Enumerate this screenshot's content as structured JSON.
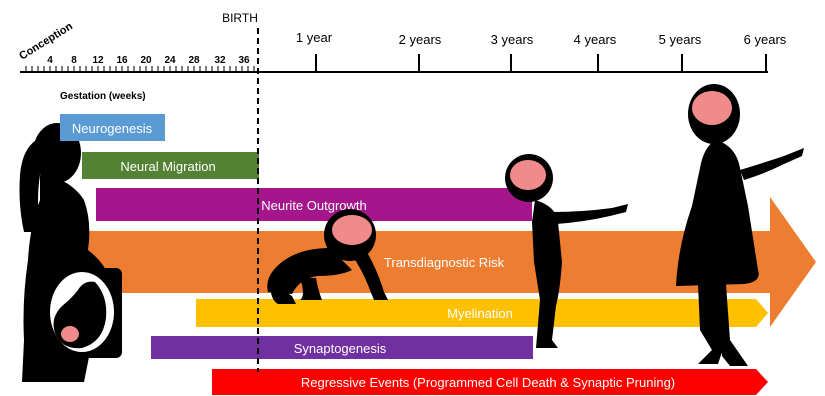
{
  "timeline": {
    "conception_label": "Conception",
    "birth_label": "BIRTH",
    "gestation_label": "Gestation (weeks)",
    "gestation_ticks": [
      "4",
      "8",
      "12",
      "16",
      "20",
      "24",
      "28",
      "32",
      "36"
    ],
    "year_ticks": [
      "1 year",
      "2 years",
      "3 years",
      "4 years",
      "5 years",
      "6 years"
    ]
  },
  "processes": {
    "neurogenesis": "Neurogenesis",
    "neural_migration": "Neural Migration",
    "neurite_outgrowth": "Neurite Outgrowth",
    "transdiagnostic_risk": "Transdiagnostic Risk",
    "myelination": "Myelination",
    "synaptogenesis": "Synaptogenesis",
    "regressive_events": "Regressive Events (Programmed Cell Death & Synaptic Pruning)"
  },
  "colors": {
    "neurogenesis": "#5b9bd5",
    "neural_migration": "#548235",
    "neurite_outgrowth": "#a5168c",
    "transdiagnostic_risk": "#ed7d31",
    "myelination": "#ffc000",
    "synaptogenesis": "#7030a0",
    "regressive_events": "#ff0000",
    "brain": "#f08b8b",
    "silhouette": "#000000"
  },
  "figures": [
    "pregnant-woman-icon",
    "crawling-baby-icon",
    "toddler-icon",
    "child-icon",
    "brain-icon"
  ]
}
